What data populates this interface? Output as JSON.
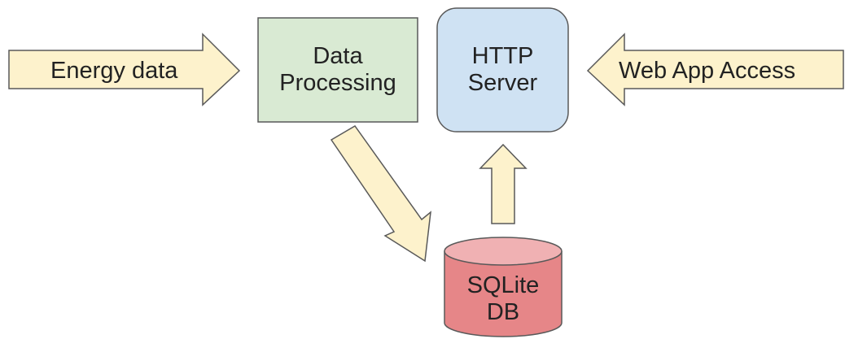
{
  "nodes": {
    "data_processing": {
      "line1": "Data",
      "line2": "Processing"
    },
    "http_server": {
      "line1": "HTTP",
      "line2": "Server"
    },
    "sqlite_db": {
      "line1": "SQLite",
      "line2": "DB"
    }
  },
  "arrows": {
    "energy_data": {
      "label": "Energy data"
    },
    "web_app_access": {
      "label": "Web App Access"
    }
  },
  "colors": {
    "arrow_fill": "#fdf2cc",
    "arrow_stroke": "#595959",
    "processing_fill": "#d9ead3",
    "server_fill": "#cfe2f3",
    "db_fill": "#e68688",
    "db_top_fill": "#f0b1b3"
  }
}
